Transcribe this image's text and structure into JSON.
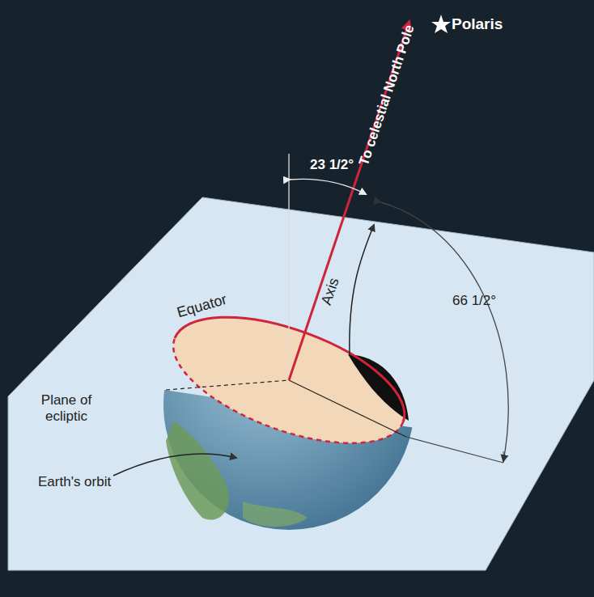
{
  "diagram": {
    "labels": [
      "Polaris",
      "To celestial North Pole",
      "23 1/2°",
      "Axis",
      "66 1/2°",
      "Equator",
      "Plane of ecliptic",
      "Earth's orbit"
    ]
  }
}
